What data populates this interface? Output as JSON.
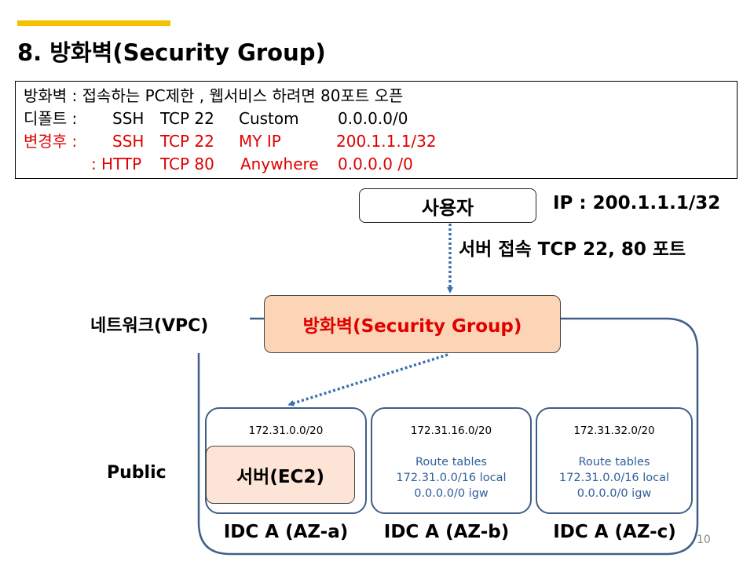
{
  "slide": {
    "title": "8. 방화벽(Security Group)",
    "page_number": "10"
  },
  "info": {
    "line1": "방화벽 : 접속하는 PC제한 , 웹서비스 하려면 80포트 오픈",
    "default": {
      "label": "디폴트 :",
      "proto": "SSH",
      "port": "TCP 22",
      "source": "Custom",
      "cidr": "0.0.0.0/0"
    },
    "changed": {
      "label": "변경후 :",
      "proto": "SSH",
      "port": "TCP 22",
      "source": "MY IP",
      "cidr": "200.1.1.1/32"
    },
    "http": {
      "label": ":",
      "proto": "HTTP",
      "port": "TCP 80",
      "source": "Anywhere",
      "cidr": "0.0.0.0 /0"
    }
  },
  "diagram": {
    "user_label": "사용자",
    "user_ip": "IP : 200.1.1.1/32",
    "access_label": "서버 접속 TCP 22, 80 포트",
    "vpc_label": "네트워크(VPC)",
    "security_group_label": "방화벽(Security Group)",
    "public_label": "Public",
    "ec2_label": "서버(EC2)",
    "subnets": [
      {
        "cidr": "172.31.0.0/20",
        "az": "IDC A (AZ-a)"
      },
      {
        "cidr": "172.31.16.0/20",
        "az": "IDC A (AZ-b)",
        "route_title": "Route tables",
        "route_local": "172.31.0.0/16 local",
        "route_igw": "0.0.0.0/0 igw"
      },
      {
        "cidr": "172.31.32.0/20",
        "az": "IDC A (AZ-c)",
        "route_title": "Route tables",
        "route_local": "172.31.0.0/16 local",
        "route_igw": "0.0.0.0/0 igw"
      }
    ]
  },
  "colors": {
    "accent": "#f5c000",
    "highlight_red": "#e00000",
    "vpc_border": "#3f5f86",
    "arrow": "#3b6fae",
    "security_group_fill": "#fbd5b5",
    "ec2_fill": "#fce4d6",
    "route_text": "#2e5f9a"
  }
}
